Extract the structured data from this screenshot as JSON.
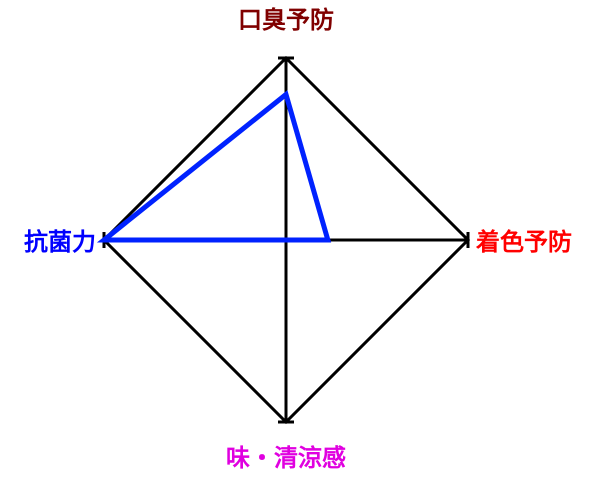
{
  "chart_data": {
    "type": "radar",
    "axes": [
      {
        "label": "口臭予防",
        "color": "#800000",
        "direction": "top"
      },
      {
        "label": "着色予防",
        "color": "#ff0000",
        "direction": "right"
      },
      {
        "label": "味・清涼感",
        "color": "#e000e0",
        "direction": "bottom"
      },
      {
        "label": "抗菌力",
        "color": "#0000ff",
        "direction": "left"
      }
    ],
    "range": [
      0,
      1
    ],
    "grid": true,
    "series": [
      {
        "values": [
          0.8,
          0.23,
          0,
          1.0
        ],
        "color": "#0022ff"
      }
    ]
  }
}
